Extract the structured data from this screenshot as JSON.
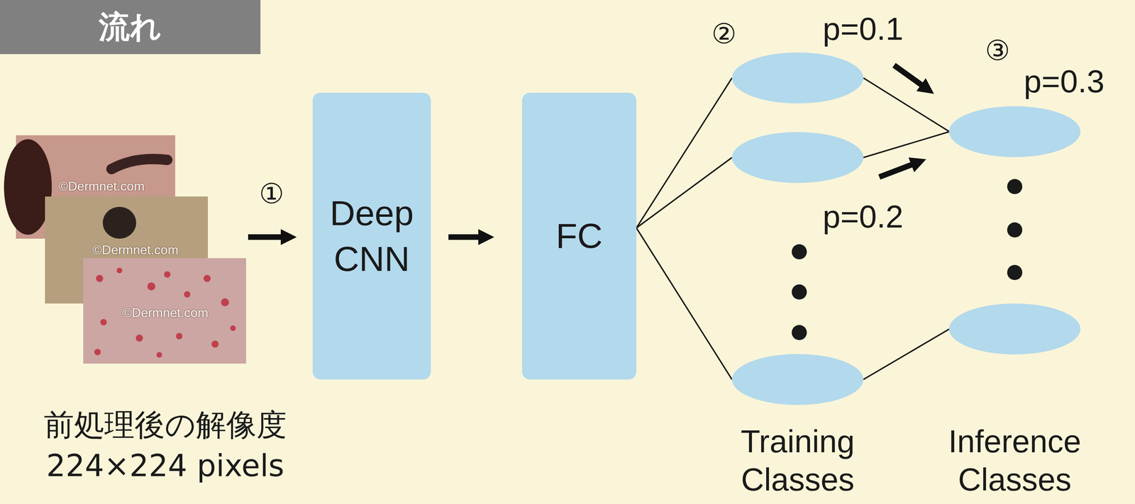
{
  "diagram": {
    "title": "流れ",
    "nodes": [
      {
        "text": [
          "Deep CNN"
        ]
      },
      {
        "text": [
          "FC"
        ]
      }
    ],
    "edges": [
      {
        "from": 0,
        "to": 1,
        "arrow": "to"
      }
    ],
    "labels": [
      "©Dermnet.com",
      "©Dermnet.com",
      "©Dermnet.com",
      "①",
      "前処理後の解像度 224×224 pixels",
      "②",
      "p=0.1",
      "③",
      "p=0.3",
      "p=0.2",
      "Training Classes",
      "Inference Classes"
    ]
  }
}
